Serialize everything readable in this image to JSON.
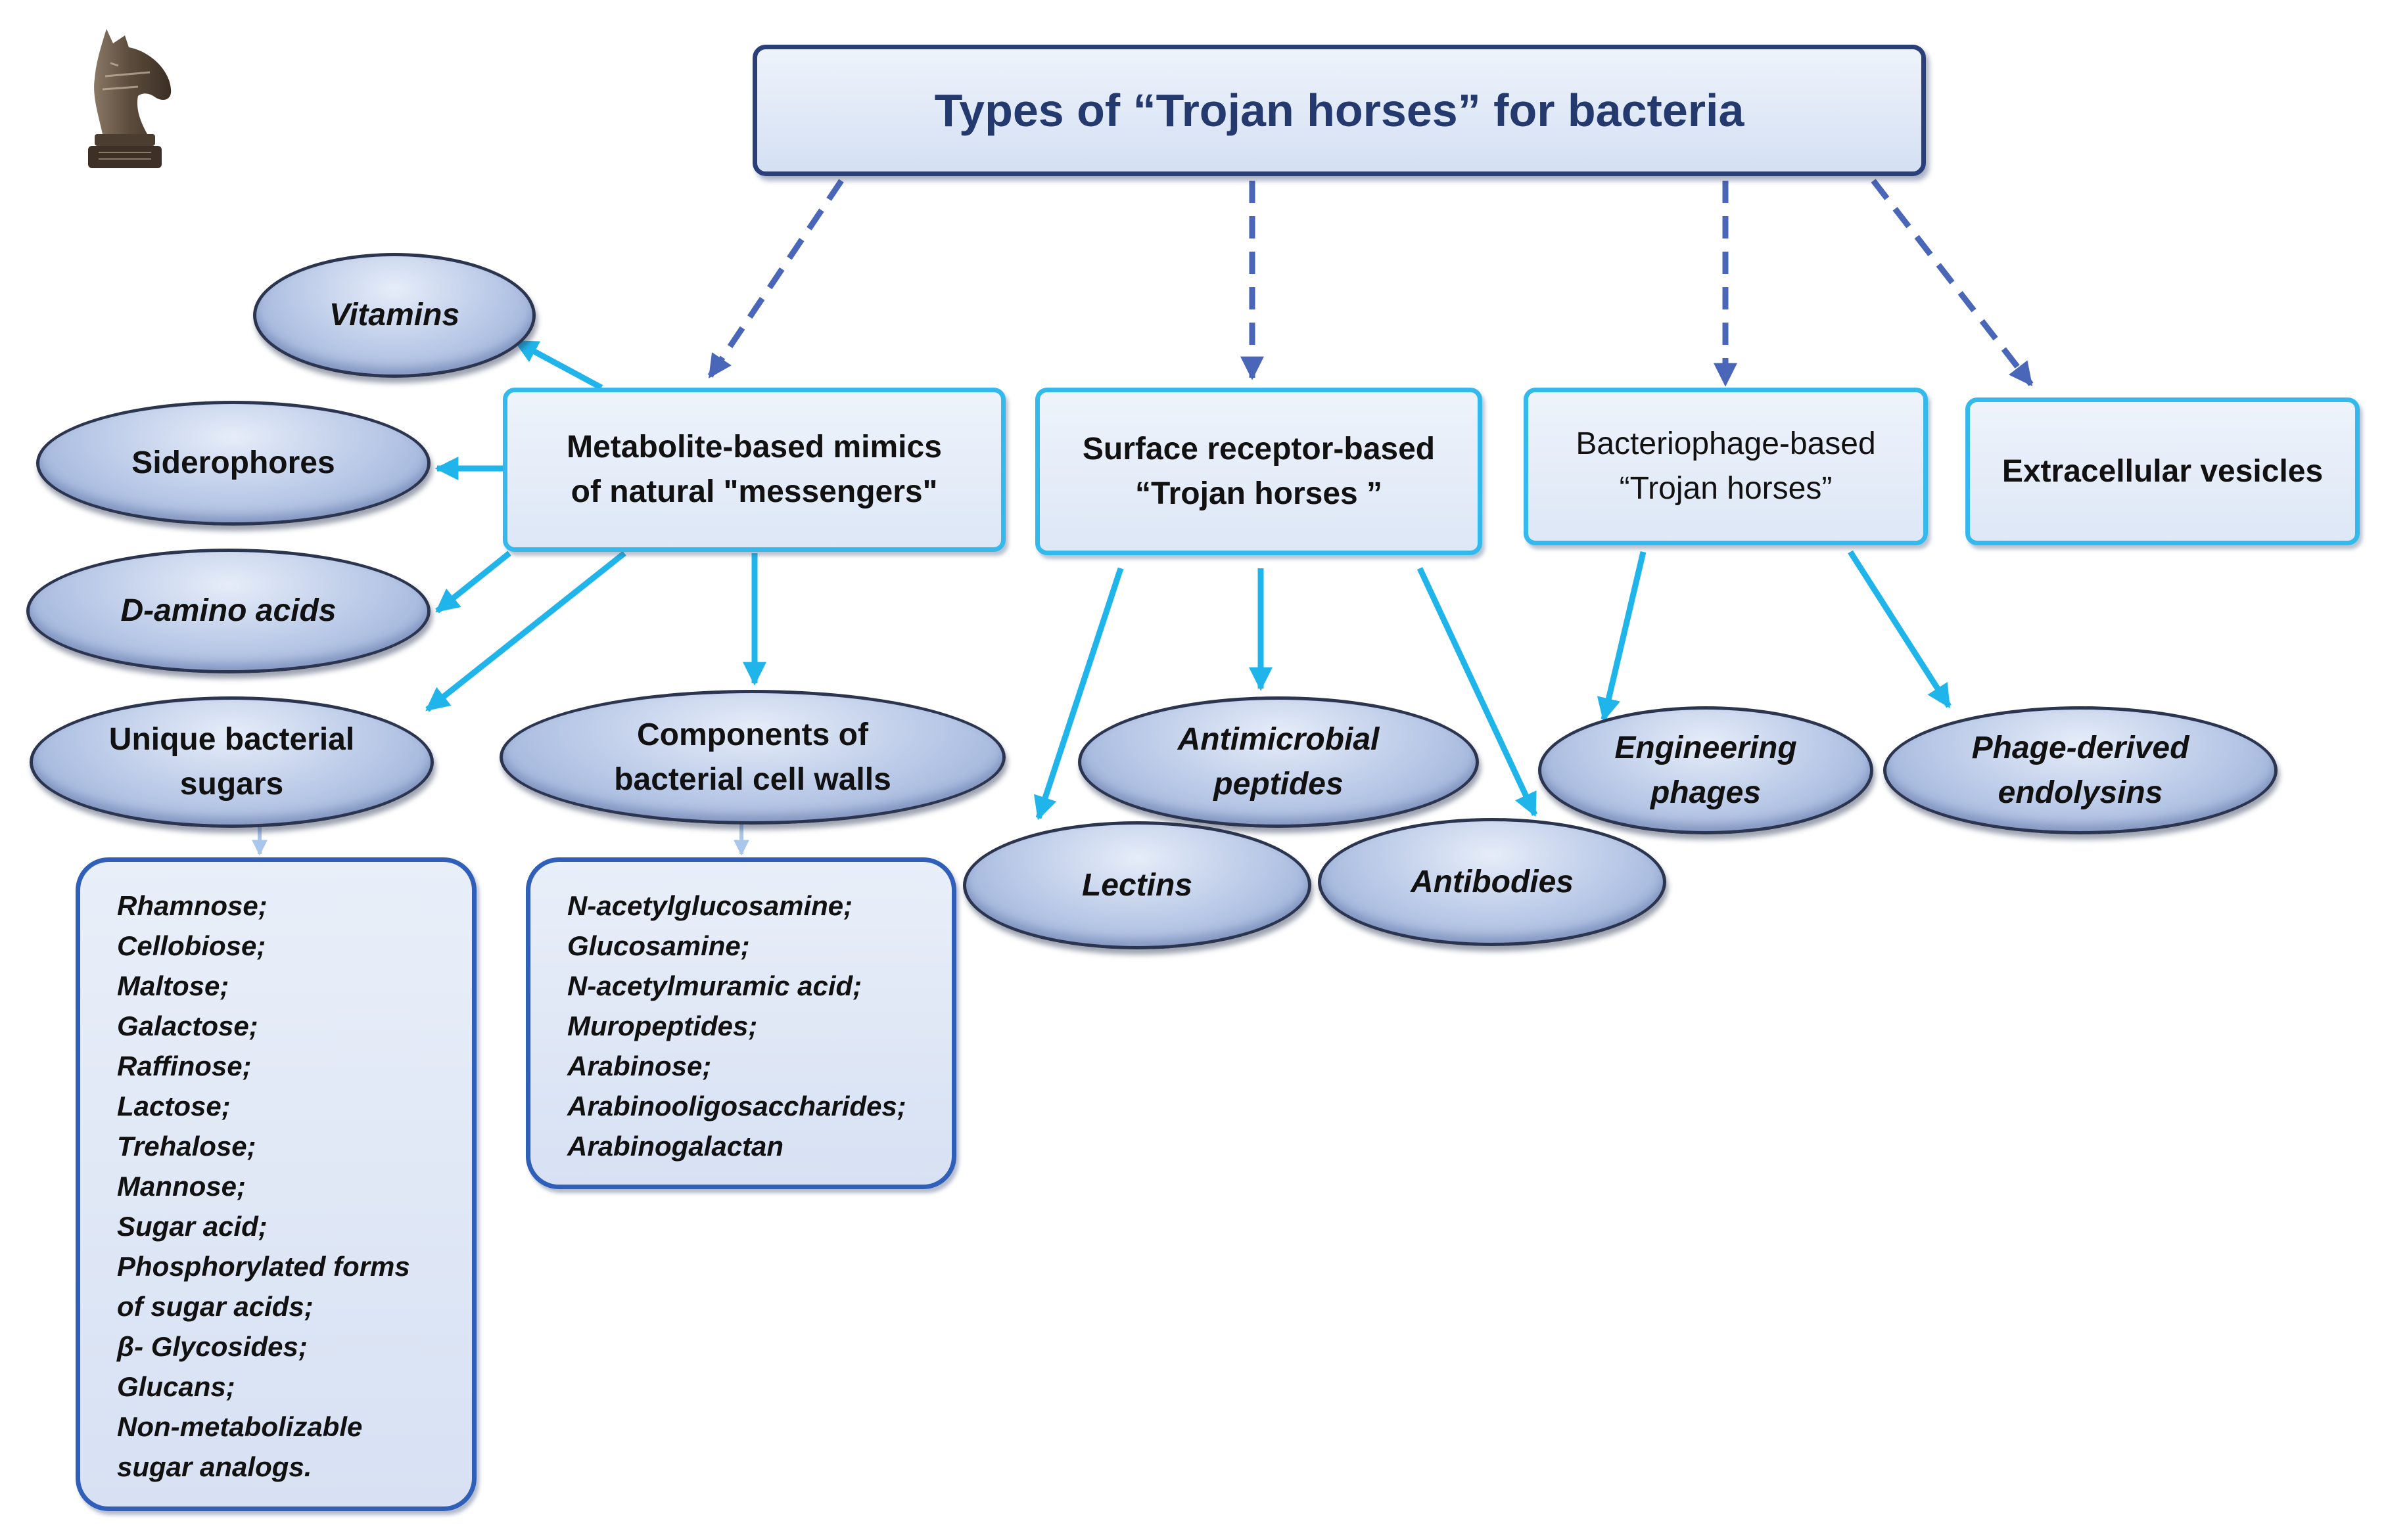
{
  "title": "Types of “Trojan horses” for bacteria",
  "logo_icon": "trojan-horse-chess-knight-icon",
  "colors": {
    "category_border": "#33b9ec",
    "title_border": "#2a3f7a",
    "title_text": "#243a6e",
    "list_border": "#2f5fb8",
    "dashed_arrow": "#4a66b8",
    "solid_arrow": "#1fb5ea",
    "list_arrow": "#a9c7ea"
  },
  "categories": {
    "metabolite": {
      "line1": "Metabolite-based mimics",
      "line2": "of natural \"messengers\""
    },
    "surface": {
      "line1": "Surface receptor-based",
      "line2": "“Trojan horses ”"
    },
    "phage": {
      "line1": "Bacteriophage-based",
      "line2": "“Trojan horses”"
    },
    "vesicles": {
      "line1": "Extracellular vesicles"
    }
  },
  "subtypes": {
    "vitamins": "Vitamins",
    "siderophores": "Siderophores",
    "d_amino_acids": "D-amino acids",
    "unique_sugars": {
      "line1": "Unique bacterial",
      "line2": "sugars"
    },
    "cell_walls": {
      "line1": "Components of",
      "line2": "bacterial cell walls"
    },
    "antimicrobial_peptides": {
      "line1": "Antimicrobial",
      "line2": "peptides"
    },
    "lectins": "Lectins",
    "antibodies": "Antibodies",
    "engineering_phages": {
      "line1": "Engineering",
      "line2": "phages"
    },
    "endolysins": {
      "line1": "Phage-derived",
      "line2": "endolysins"
    }
  },
  "lists": {
    "sugars": [
      "Rhamnose;",
      "Cellobiose;",
      "Maltose;",
      "Galactose;",
      "Raffinose;",
      "Lactose;",
      "Trehalose;",
      "Mannose;",
      "Sugar acid;",
      "Phosphorylated forms",
      "of sugar acids;",
      "β- Glycosides;",
      " Glucans;",
      "Non-metabolizable",
      "sugar analogs."
    ],
    "cell_wall_components": [
      "N-acetylglucosamine;",
      "Glucosamine;",
      "N-acetylmuramic acid;",
      "Muropeptides;",
      "Arabinose;",
      "Arabinooligosaccharides;",
      "Arabinogalactan"
    ]
  }
}
